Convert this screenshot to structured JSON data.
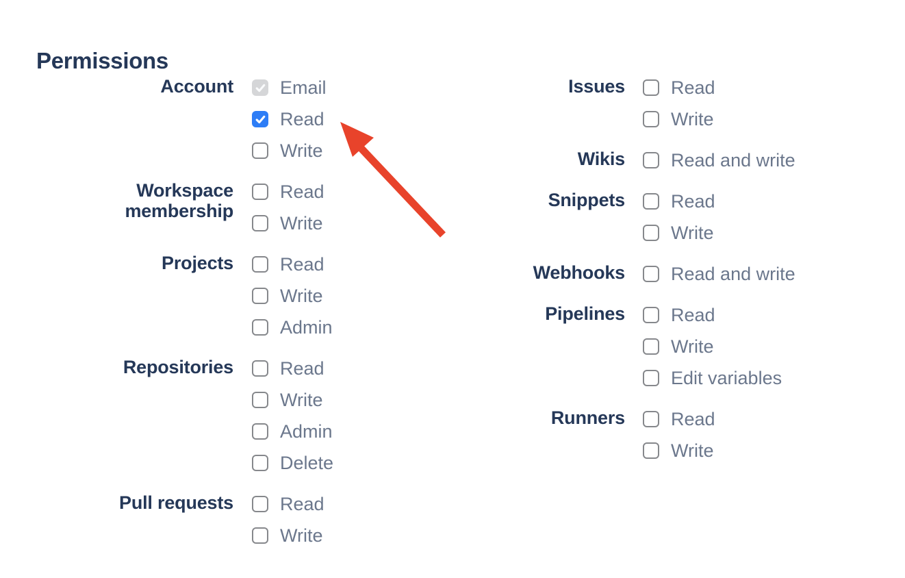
{
  "heading": "Permissions",
  "columns": [
    {
      "side": "left",
      "groups": [
        {
          "label": "Account",
          "options": [
            {
              "label": "Email",
              "checked": true,
              "disabled": true
            },
            {
              "label": "Read",
              "checked": true,
              "disabled": false
            },
            {
              "label": "Write",
              "checked": false,
              "disabled": false
            }
          ]
        },
        {
          "label": "Workspace membership",
          "options": [
            {
              "label": "Read",
              "checked": false,
              "disabled": false
            },
            {
              "label": "Write",
              "checked": false,
              "disabled": false
            }
          ]
        },
        {
          "label": "Projects",
          "options": [
            {
              "label": "Read",
              "checked": false,
              "disabled": false
            },
            {
              "label": "Write",
              "checked": false,
              "disabled": false
            },
            {
              "label": "Admin",
              "checked": false,
              "disabled": false
            }
          ]
        },
        {
          "label": "Repositories",
          "options": [
            {
              "label": "Read",
              "checked": false,
              "disabled": false
            },
            {
              "label": "Write",
              "checked": false,
              "disabled": false
            },
            {
              "label": "Admin",
              "checked": false,
              "disabled": false
            },
            {
              "label": "Delete",
              "checked": false,
              "disabled": false
            }
          ]
        },
        {
          "label": "Pull requests",
          "options": [
            {
              "label": "Read",
              "checked": false,
              "disabled": false
            },
            {
              "label": "Write",
              "checked": false,
              "disabled": false
            }
          ]
        }
      ]
    },
    {
      "side": "right",
      "groups": [
        {
          "label": "Issues",
          "options": [
            {
              "label": "Read",
              "checked": false,
              "disabled": false
            },
            {
              "label": "Write",
              "checked": false,
              "disabled": false
            }
          ]
        },
        {
          "label": "Wikis",
          "options": [
            {
              "label": "Read and write",
              "checked": false,
              "disabled": false
            }
          ]
        },
        {
          "label": "Snippets",
          "options": [
            {
              "label": "Read",
              "checked": false,
              "disabled": false
            },
            {
              "label": "Write",
              "checked": false,
              "disabled": false
            }
          ]
        },
        {
          "label": "Webhooks",
          "options": [
            {
              "label": "Read and write",
              "checked": false,
              "disabled": false
            }
          ]
        },
        {
          "label": "Pipelines",
          "options": [
            {
              "label": "Read",
              "checked": false,
              "disabled": false
            },
            {
              "label": "Write",
              "checked": false,
              "disabled": false
            },
            {
              "label": "Edit variables",
              "checked": false,
              "disabled": false
            }
          ]
        },
        {
          "label": "Runners",
          "options": [
            {
              "label": "Read",
              "checked": false,
              "disabled": false
            },
            {
              "label": "Write",
              "checked": false,
              "disabled": false
            }
          ]
        }
      ]
    }
  ],
  "annotation_arrow": {
    "color": "#e8432b",
    "points_at": "account-read-checkbox"
  },
  "colors": {
    "heading_text": "#253858",
    "group_label_text": "#253858",
    "option_label_text": "#6b778c",
    "checkbox_border": "#86888c",
    "checkbox_checked": "#2d7df6",
    "checkbox_checked_disabled": "#d5d6d8",
    "background": "#ffffff"
  }
}
